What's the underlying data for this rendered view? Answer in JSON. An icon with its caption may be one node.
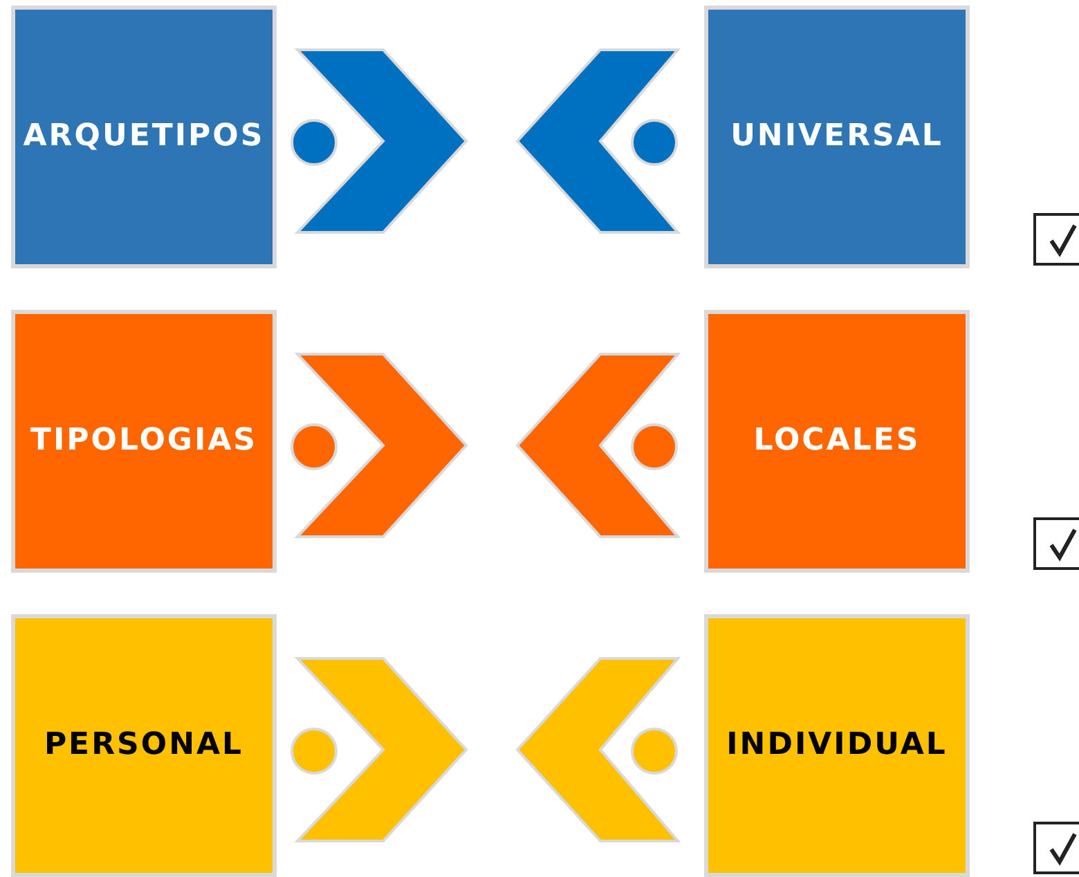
{
  "diagram": {
    "nodes": [
      {
        "text": [
          "ARQUETIPOS"
        ]
      },
      {
        "text": [
          "UNIVERSAL"
        ]
      },
      {
        "text": [
          "TIPOLOGIAS"
        ]
      },
      {
        "text": [
          "LOCALES"
        ]
      },
      {
        "text": [
          "PERSONAL"
        ]
      },
      {
        "text": [
          "INDIVIDUAL"
        ]
      }
    ]
  }
}
